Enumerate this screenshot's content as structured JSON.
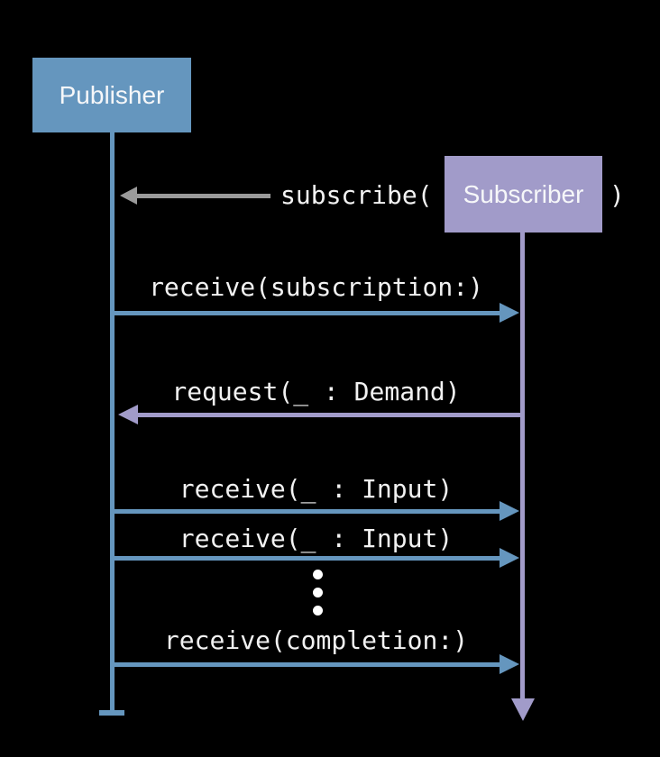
{
  "background": "#000000",
  "colors": {
    "publisher": "#6596be",
    "subscriber": "#a19bc9",
    "neutral_arrow": "#9a9a9a",
    "label_text": "#f2f2f2",
    "dots": "#ffffff"
  },
  "actors": {
    "publisher": {
      "label": "Publisher",
      "color": "#6596be",
      "lifeline_end": "terminator-bar"
    },
    "subscriber": {
      "label": "Subscriber",
      "color": "#a19bc9",
      "lifeline_end": "down-arrow"
    }
  },
  "subscribe_call": {
    "prefix": "subscribe(",
    "suffix": ")",
    "direction": "left",
    "arrow_color": "#9a9a9a"
  },
  "messages": [
    {
      "label": "receive(subscription:)",
      "from": "Publisher",
      "to": "Subscriber",
      "direction": "right",
      "color": "#6596be"
    },
    {
      "label": "request(_ : Demand)",
      "from": "Subscriber",
      "to": "Publisher",
      "direction": "left",
      "color": "#a19bc9"
    },
    {
      "label": "receive(_ : Input)",
      "from": "Publisher",
      "to": "Subscriber",
      "direction": "right",
      "color": "#6596be"
    },
    {
      "label": "receive(_ : Input)",
      "from": "Publisher",
      "to": "Subscriber",
      "direction": "right",
      "color": "#6596be"
    },
    {
      "label": "receive(completion:)",
      "from": "Publisher",
      "to": "Subscriber",
      "direction": "right",
      "color": "#6596be"
    }
  ],
  "ellipsis_dots": 3
}
